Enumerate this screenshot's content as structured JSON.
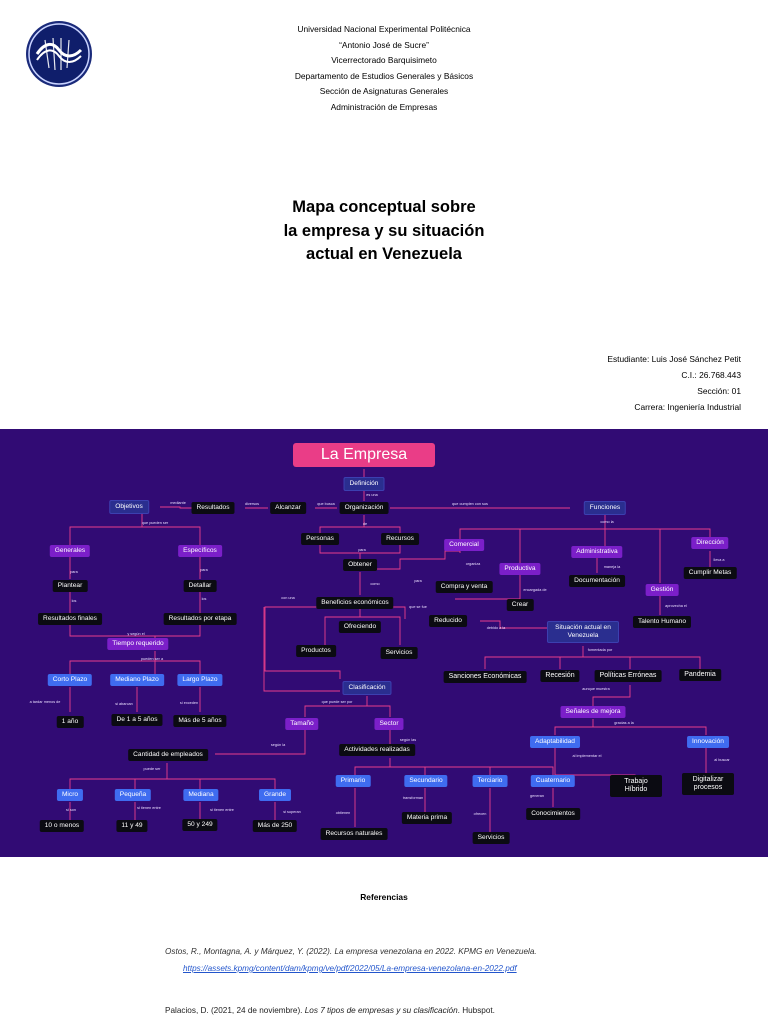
{
  "header": {
    "lines": [
      "Universidad Nacional Experimental Politécnica",
      "“Antonio José de Sucre”",
      "Vicerrectorado Barquisimeto",
      "Departamento de Estudios Generales y Básicos",
      "Sección de Asignaturas Generales",
      "Administración de Empresas"
    ]
  },
  "title": {
    "lines": [
      "Mapa conceptual sobre",
      "la empresa y su situación",
      "actual en Venezuela"
    ]
  },
  "student": {
    "lines": [
      "Estudiante: Luis José Sánchez Petit",
      "C.I.: 26.768.443",
      "Sección: 01",
      "Carrera: Ingeniería Industrial"
    ]
  },
  "map": {
    "title": "La Empresa",
    "nodes": {
      "definicion": "Definición",
      "organizacion": "Organización",
      "alcanzar": "Alcanzar",
      "resultados": "Resultados",
      "objetivos": "Objetivos",
      "generales": "Generales",
      "especificos": "Específicos",
      "plantear": "Plantear",
      "detallar": "Detallar",
      "resultados_finales": "Resultados finales",
      "resultados_etapa": "Resultados por etapa",
      "tiempo_requerido": "Tiempo requerido",
      "corto_plazo": "Corto Plazo",
      "mediano_plazo": "Mediano Plazo",
      "largo_plazo": "Largo Plazo",
      "un_ano": "1 año",
      "uno_a_cinco": "De 1 a 5 años",
      "mas_cinco": "Más de 5 años",
      "personas": "Personas",
      "recursos": "Recursos",
      "obtener": "Obtener",
      "beneficios": "Beneficios económicos",
      "ofreciendo": "Ofreciendo",
      "productos": "Productos",
      "servicios": "Servicios",
      "reducido": "Reducido",
      "funciones": "Funciones",
      "comercial": "Comercial",
      "productiva": "Productiva",
      "administrativa": "Administrativa",
      "direccion": "Dirección",
      "compra_venta": "Compra y venta",
      "crear": "Crear",
      "documentacion": "Documentación",
      "gestion": "Gestión",
      "cumplir_metas": "Cumplir Metas",
      "talento_humano": "Talento Humano",
      "situacion": "Situación actual en Venezuela",
      "sanciones": "Sanciones Económicas",
      "recesion": "Recesión",
      "politicas": "Políticas Erróneas",
      "pandemia": "Pandemia",
      "senales": "Señales de mejora",
      "adaptabilidad": "Adaptabilidad",
      "innovacion": "Innovación",
      "trabajo_hibrido": "Trabajo Híbrido",
      "digitalizar": "Digitalizar procesos",
      "clasificacion": "Clasificación",
      "tamano": "Tamaño",
      "sector": "Sector",
      "cantidad_empleados": "Cantidad de empleados",
      "actividades": "Actividades realizadas",
      "micro": "Micro",
      "pequena": "Pequeña",
      "mediana": "Mediana",
      "grande": "Grande",
      "diez": "10 o menos",
      "once": "11 y 49",
      "cincuenta": "50 y 249",
      "mas250": "Más de 250",
      "primario": "Primario",
      "secundario": "Secundario",
      "terciario": "Terciario",
      "cuaternario": "Cuaternario",
      "recursos_naturales": "Recursos naturales",
      "materia_prima": "Materia prima",
      "servicios2": "Servicios",
      "conocimientos": "Conocimientos"
    },
    "labels": {
      "es_una": "es una",
      "que_busca": "que busca",
      "diversos": "diversos",
      "mediante": "mediante",
      "que_pueden_ser": "que pueden ser",
      "para1": "para",
      "para2": "para",
      "los1": "los",
      "los2": "los",
      "y_segun_el": "y según el",
      "pueden_ser_a": "pueden ser a",
      "a_tardar_menos_de": "a tardar menos de",
      "si_abarcan": "si abarcan",
      "si_exceden": "si exceden",
      "de": "de",
      "para3": "para",
      "con_una": "con una",
      "como": "como",
      "para4": "para",
      "que_se_fue": "que se fue",
      "debido_a_la": "debido a la",
      "que_cumple_con": "que cumplen con sus",
      "como_la": "como la",
      "organiza": "organiza",
      "encargada_de": "encargada de",
      "maneja_la": "maneja la",
      "lleva_a": "lleva a",
      "aprovecha_el": "aprovecha el",
      "fomentada_por": "fomentada por",
      "aunque_muestra": "aunque muestra",
      "gracias_a_la": "gracias a la",
      "al_implementar_el": "al implementar el",
      "al_buscar": "al buscar",
      "que_puede_ser_por": "que puede ser por",
      "segun_la": "según la",
      "segun_las": "según las",
      "puede_ser": "puede ser",
      "si_son": "si son",
      "si_tiene_entre1": "si tienen entre",
      "si_tiene_entre2": "si tienen entre",
      "si_superan": "si superan",
      "obtienen": "obtienen",
      "transforman": "transforman",
      "ofrecen": "ofrecen",
      "generan": "generan"
    }
  },
  "references": {
    "title": "Referencias",
    "ref1": "Ostos, R., Montagna, A. y Márquez, Y. (2022). La empresa venezolana en 2022. KPMG en Venezuela.",
    "ref1_link": "https://assets.kpmg/content/dam/kpmg/ve/pdf/2022/05/La-empresa-venezolana-en-2022.pdf",
    "ref2_prefix": "Palacios, D. (2021, 24 de noviembre). ",
    "ref2_title": "Los 7 tipos de empresas y su clasificación",
    "ref2_suffix": ". Hubspot."
  }
}
